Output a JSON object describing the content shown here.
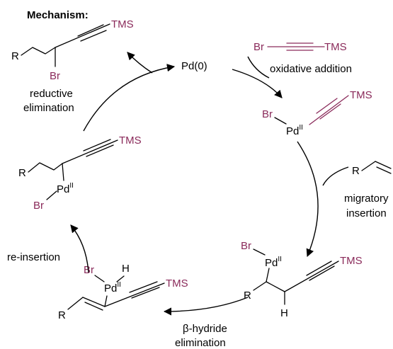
{
  "title": "Mechanism:",
  "labels": {
    "tms": "TMS",
    "br": "Br",
    "r": "R",
    "h": "H",
    "pd": "Pd",
    "pd_ox": "II",
    "pd0": "Pd(0)"
  },
  "steps": {
    "oxidative_addition": "oxidative addition",
    "migratory_line1": "migratory",
    "migratory_line2": "insertion",
    "beta_hydride_line1": "β-hydride",
    "beta_hydride_line2": "elimination",
    "reinsertion": "re-insertion",
    "reductive_line1": "reductive",
    "reductive_line2": "elimination"
  },
  "colors": {
    "accent": "#8a2a5a",
    "ink": "#000000"
  }
}
